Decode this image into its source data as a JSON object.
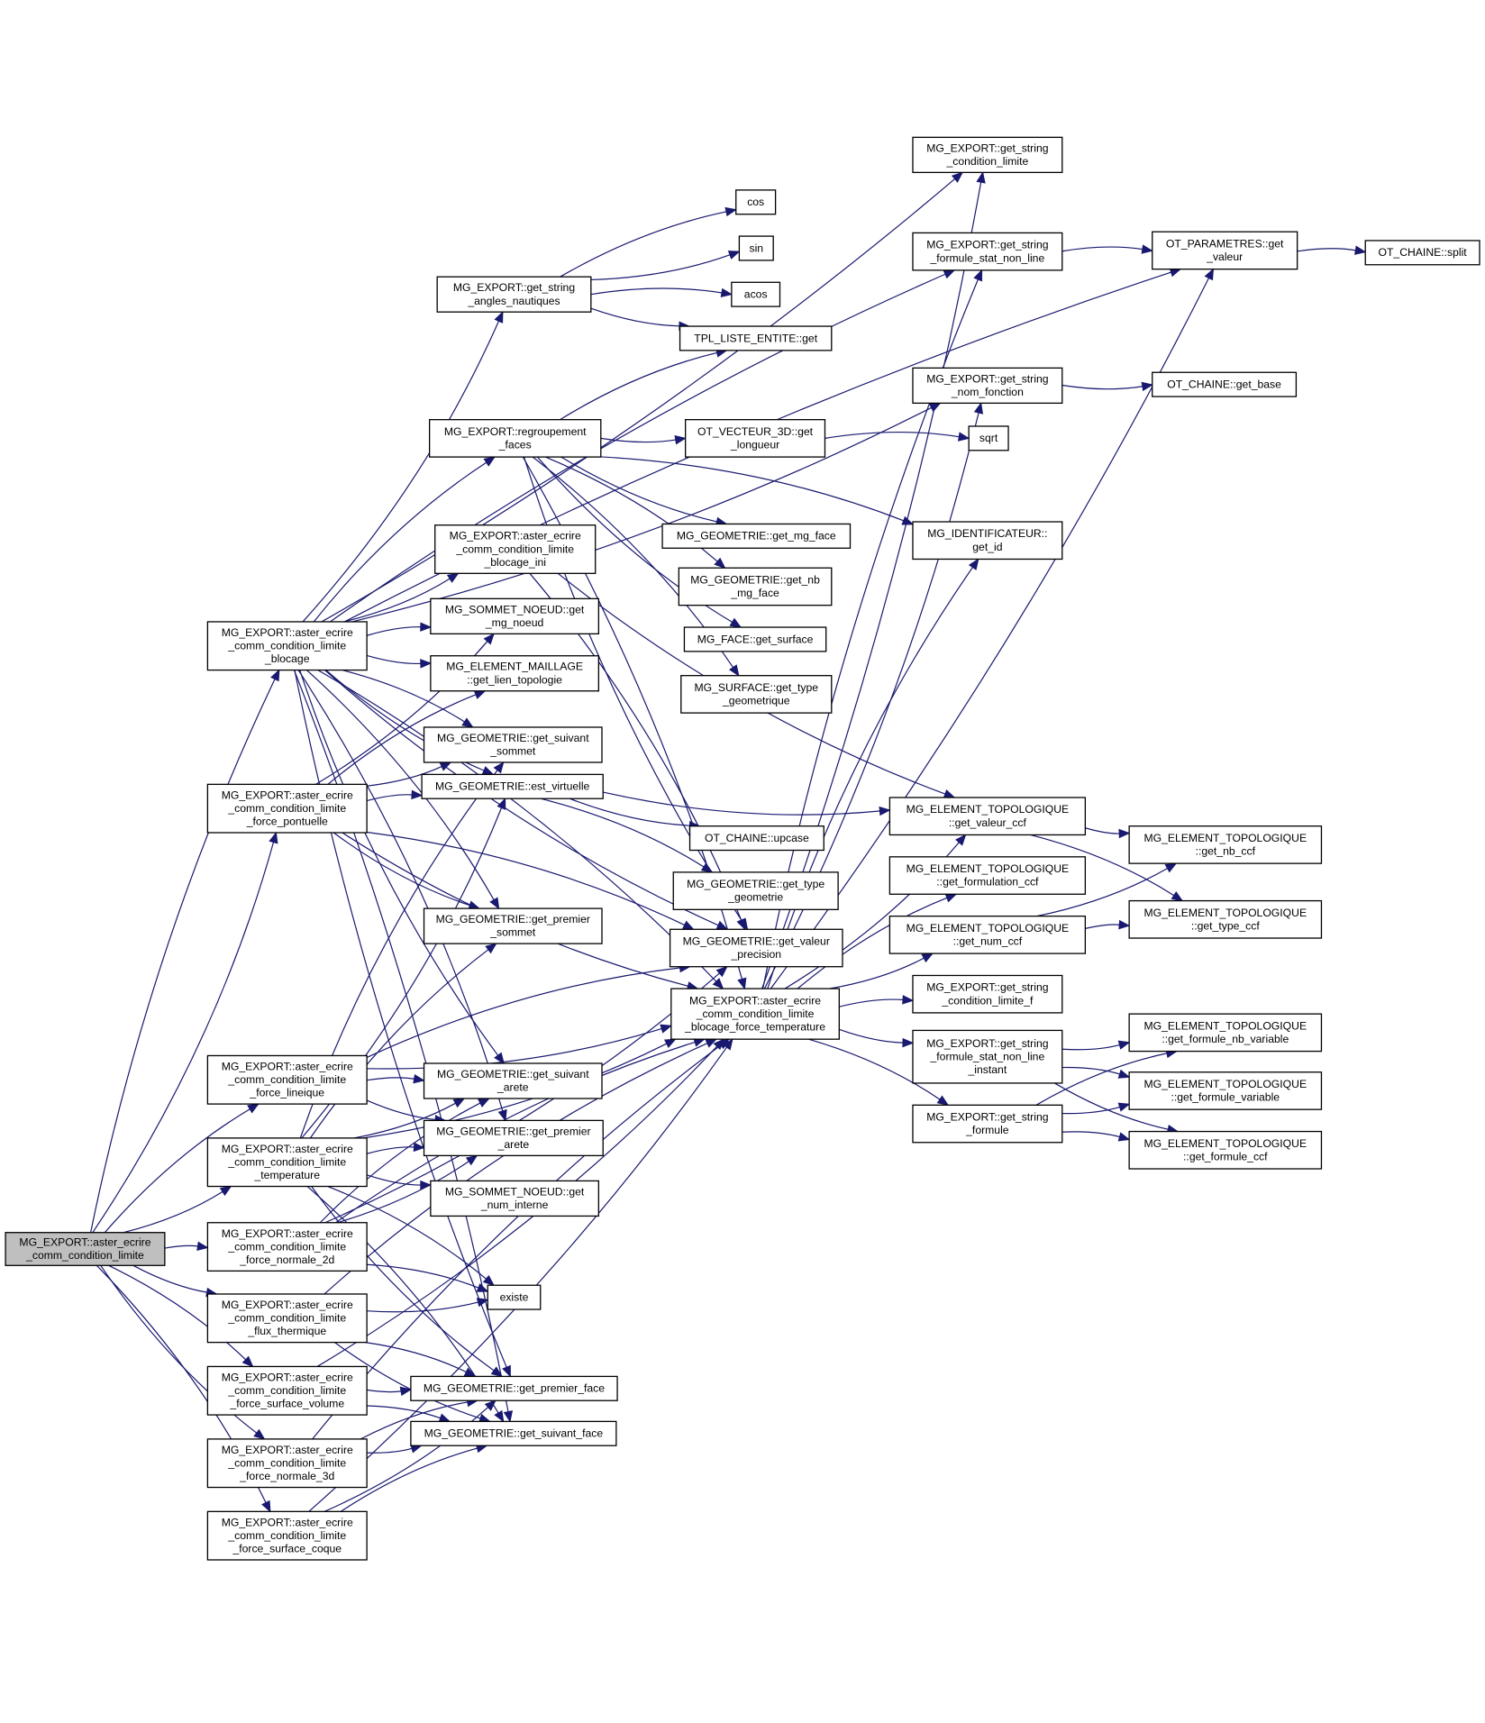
{
  "diagram": {
    "type": "call-graph",
    "root_node": "n_root",
    "colors": {
      "edge": "#191970",
      "root_fill": "#bfbfbf",
      "node_fill": "#ffffff",
      "border": "#000000"
    },
    "nodes": [
      {
        "id": "n_root",
        "lines": [
          "MG_EXPORT::aster_ecrire",
          "_comm_condition_limite"
        ],
        "root": true
      },
      {
        "id": "n_blocage",
        "lines": [
          "MG_EXPORT::aster_ecrire",
          "_comm_condition_limite",
          "_blocage"
        ]
      },
      {
        "id": "n_pontuelle",
        "lines": [
          "MG_EXPORT::aster_ecrire",
          "_comm_condition_limite",
          "_force_pontuelle"
        ]
      },
      {
        "id": "n_lineique",
        "lines": [
          "MG_EXPORT::aster_ecrire",
          "_comm_condition_limite",
          "_force_lineique"
        ]
      },
      {
        "id": "n_temperature",
        "lines": [
          "MG_EXPORT::aster_ecrire",
          "_comm_condition_limite",
          "_temperature"
        ]
      },
      {
        "id": "n_normale2d",
        "lines": [
          "MG_EXPORT::aster_ecrire",
          "_comm_condition_limite",
          "_force_normale_2d"
        ]
      },
      {
        "id": "n_flux",
        "lines": [
          "MG_EXPORT::aster_ecrire",
          "_comm_condition_limite",
          "_flux_thermique"
        ]
      },
      {
        "id": "n_surfvol",
        "lines": [
          "MG_EXPORT::aster_ecrire",
          "_comm_condition_limite",
          "_force_surface_volume"
        ]
      },
      {
        "id": "n_normale3d",
        "lines": [
          "MG_EXPORT::aster_ecrire",
          "_comm_condition_limite",
          "_force_normale_3d"
        ]
      },
      {
        "id": "n_coque",
        "lines": [
          "MG_EXPORT::aster_ecrire",
          "_comm_condition_limite",
          "_force_surface_coque"
        ]
      },
      {
        "id": "n_angles",
        "lines": [
          "MG_EXPORT::get_string",
          "_angles_nautiques"
        ]
      },
      {
        "id": "n_regroup",
        "lines": [
          "MG_EXPORT::regroupement",
          "_faces"
        ]
      },
      {
        "id": "n_blocini",
        "lines": [
          "MG_EXPORT::aster_ecrire",
          "_comm_condition_limite",
          "_blocage_ini"
        ]
      },
      {
        "id": "n_mgnoeud",
        "lines": [
          "MG_SOMMET_NOEUD::get",
          "_mg_noeud"
        ]
      },
      {
        "id": "n_lientopo",
        "lines": [
          "MG_ELEMENT_MAILLAGE",
          "::get_lien_topologie"
        ]
      },
      {
        "id": "n_suivsommet",
        "lines": [
          "MG_GEOMETRIE::get_suivant",
          "_sommet"
        ]
      },
      {
        "id": "n_virtuelle",
        "lines": [
          "MG_GEOMETRIE::est_virtuelle"
        ]
      },
      {
        "id": "n_premsommet",
        "lines": [
          "MG_GEOMETRIE::get_premier",
          "_sommet"
        ]
      },
      {
        "id": "n_suivarete",
        "lines": [
          "MG_GEOMETRIE::get_suivant",
          "_arete"
        ]
      },
      {
        "id": "n_premarete",
        "lines": [
          "MG_GEOMETRIE::get_premier",
          "_arete"
        ]
      },
      {
        "id": "n_numinterne",
        "lines": [
          "MG_SOMMET_NOEUD::get",
          "_num_interne"
        ]
      },
      {
        "id": "n_existe",
        "lines": [
          "existe"
        ]
      },
      {
        "id": "n_premface",
        "lines": [
          "MG_GEOMETRIE::get_premier_face"
        ]
      },
      {
        "id": "n_suivface",
        "lines": [
          "MG_GEOMETRIE::get_suivant_face"
        ]
      },
      {
        "id": "n_cos",
        "lines": [
          "cos"
        ]
      },
      {
        "id": "n_sin",
        "lines": [
          "sin"
        ]
      },
      {
        "id": "n_acos",
        "lines": [
          "acos"
        ]
      },
      {
        "id": "n_tplget",
        "lines": [
          "TPL_LISTE_ENTITE::get"
        ]
      },
      {
        "id": "n_longueur",
        "lines": [
          "OT_VECTEUR_3D::get",
          "_longueur"
        ]
      },
      {
        "id": "n_mgface",
        "lines": [
          "MG_GEOMETRIE::get_mg_face"
        ]
      },
      {
        "id": "n_nbmgface",
        "lines": [
          "MG_GEOMETRIE::get_nb",
          "_mg_face"
        ]
      },
      {
        "id": "n_getsurface",
        "lines": [
          "MG_FACE::get_surface"
        ]
      },
      {
        "id": "n_typegeomq",
        "lines": [
          "MG_SURFACE::get_type",
          "_geometrique"
        ]
      },
      {
        "id": "n_upcase",
        "lines": [
          "OT_CHAINE::upcase"
        ]
      },
      {
        "id": "n_typegeom",
        "lines": [
          "MG_GEOMETRIE::get_type",
          "_geometrie"
        ]
      },
      {
        "id": "n_precision",
        "lines": [
          "MG_GEOMETRIE::get_valeur",
          "_precision"
        ]
      },
      {
        "id": "n_bft",
        "lines": [
          "MG_EXPORT::aster_ecrire",
          "_comm_condition_limite",
          "_blocage_force_temperature"
        ]
      },
      {
        "id": "n_strcond",
        "lines": [
          "MG_EXPORT::get_string",
          "_condition_limite"
        ]
      },
      {
        "id": "n_strformnl",
        "lines": [
          "MG_EXPORT::get_string",
          "_formule_stat_non_line"
        ]
      },
      {
        "id": "n_strnomf",
        "lines": [
          "MG_EXPORT::get_string",
          "_nom_fonction"
        ]
      },
      {
        "id": "n_sqrt",
        "lines": [
          "sqrt"
        ]
      },
      {
        "id": "n_getid",
        "lines": [
          "MG_IDENTIFICATEUR::",
          "get_id"
        ]
      },
      {
        "id": "n_valccf",
        "lines": [
          "MG_ELEMENT_TOPOLOGIQUE",
          "::get_valeur_ccf"
        ]
      },
      {
        "id": "n_formulationccf",
        "lines": [
          "MG_ELEMENT_TOPOLOGIQUE",
          "::get_formulation_ccf"
        ]
      },
      {
        "id": "n_numccf",
        "lines": [
          "MG_ELEMENT_TOPOLOGIQUE",
          "::get_num_ccf"
        ]
      },
      {
        "id": "n_strcondf",
        "lines": [
          "MG_EXPORT::get_string",
          "_condition_limite_f"
        ]
      },
      {
        "id": "n_strformnli",
        "lines": [
          "MG_EXPORT::get_string",
          "_formule_stat_non_line",
          "_instant"
        ]
      },
      {
        "id": "n_strformule",
        "lines": [
          "MG_EXPORT::get_string",
          "_formule"
        ]
      },
      {
        "id": "n_getvaleur",
        "lines": [
          "OT_PARAMETRES::get",
          "_valeur"
        ]
      },
      {
        "id": "n_split",
        "lines": [
          "OT_CHAINE::split"
        ]
      },
      {
        "id": "n_getbase",
        "lines": [
          "OT_CHAINE::get_base"
        ]
      },
      {
        "id": "n_nbccf",
        "lines": [
          "MG_ELEMENT_TOPOLOGIQUE",
          "::get_nb_ccf"
        ]
      },
      {
        "id": "n_typeccf",
        "lines": [
          "MG_ELEMENT_TOPOLOGIQUE",
          "::get_type_ccf"
        ]
      },
      {
        "id": "n_formnbvar",
        "lines": [
          "MG_ELEMENT_TOPOLOGIQUE",
          "::get_formule_nb_variable"
        ]
      },
      {
        "id": "n_formvar",
        "lines": [
          "MG_ELEMENT_TOPOLOGIQUE",
          "::get_formule_variable"
        ]
      },
      {
        "id": "n_formccf",
        "lines": [
          "MG_ELEMENT_TOPOLOGIQUE",
          "::get_formule_ccf"
        ]
      }
    ],
    "edges": [
      [
        "n_root",
        "n_blocage"
      ],
      [
        "n_root",
        "n_pontuelle"
      ],
      [
        "n_root",
        "n_lineique"
      ],
      [
        "n_root",
        "n_temperature"
      ],
      [
        "n_root",
        "n_normale2d"
      ],
      [
        "n_root",
        "n_flux"
      ],
      [
        "n_root",
        "n_surfvol"
      ],
      [
        "n_root",
        "n_normale3d"
      ],
      [
        "n_root",
        "n_coque"
      ],
      [
        "n_blocage",
        "n_angles"
      ],
      [
        "n_blocage",
        "n_regroup"
      ],
      [
        "n_blocage",
        "n_blocini"
      ],
      [
        "n_blocage",
        "n_mgnoeud"
      ],
      [
        "n_blocage",
        "n_lientopo"
      ],
      [
        "n_blocage",
        "n_suivsommet"
      ],
      [
        "n_blocage",
        "n_virtuelle"
      ],
      [
        "n_blocage",
        "n_premsommet"
      ],
      [
        "n_blocage",
        "n_suivarete"
      ],
      [
        "n_blocage",
        "n_premarete"
      ],
      [
        "n_blocage",
        "n_premface"
      ],
      [
        "n_blocage",
        "n_suivface"
      ],
      [
        "n_blocage",
        "n_precision"
      ],
      [
        "n_blocage",
        "n_bft"
      ],
      [
        "n_blocage",
        "n_strcond"
      ],
      [
        "n_blocage",
        "n_strformnl"
      ],
      [
        "n_blocage",
        "n_strnomf"
      ],
      [
        "n_blocage",
        "n_getvaleur"
      ],
      [
        "n_pontuelle",
        "n_mgnoeud"
      ],
      [
        "n_pontuelle",
        "n_lientopo"
      ],
      [
        "n_pontuelle",
        "n_suivsommet"
      ],
      [
        "n_pontuelle",
        "n_virtuelle"
      ],
      [
        "n_pontuelle",
        "n_premsommet"
      ],
      [
        "n_pontuelle",
        "n_precision"
      ],
      [
        "n_pontuelle",
        "n_bft"
      ],
      [
        "n_lineique",
        "n_suivarete"
      ],
      [
        "n_lineique",
        "n_premarete"
      ],
      [
        "n_lineique",
        "n_precision"
      ],
      [
        "n_lineique",
        "n_bft"
      ],
      [
        "n_temperature",
        "n_suivsommet"
      ],
      [
        "n_temperature",
        "n_virtuelle"
      ],
      [
        "n_temperature",
        "n_premsommet"
      ],
      [
        "n_temperature",
        "n_suivarete"
      ],
      [
        "n_temperature",
        "n_premarete"
      ],
      [
        "n_temperature",
        "n_numinterne"
      ],
      [
        "n_temperature",
        "n_existe"
      ],
      [
        "n_temperature",
        "n_premface"
      ],
      [
        "n_temperature",
        "n_suivface"
      ],
      [
        "n_temperature",
        "n_bft"
      ],
      [
        "n_normale2d",
        "n_suivarete"
      ],
      [
        "n_normale2d",
        "n_premarete"
      ],
      [
        "n_normale2d",
        "n_existe"
      ],
      [
        "n_normale2d",
        "n_precision"
      ],
      [
        "n_normale2d",
        "n_bft"
      ],
      [
        "n_flux",
        "n_existe"
      ],
      [
        "n_flux",
        "n_premface"
      ],
      [
        "n_flux",
        "n_suivface"
      ],
      [
        "n_flux",
        "n_bft"
      ],
      [
        "n_surfvol",
        "n_premface"
      ],
      [
        "n_surfvol",
        "n_suivface"
      ],
      [
        "n_surfvol",
        "n_bft"
      ],
      [
        "n_normale3d",
        "n_premface"
      ],
      [
        "n_normale3d",
        "n_suivface"
      ],
      [
        "n_normale3d",
        "n_bft"
      ],
      [
        "n_coque",
        "n_premface"
      ],
      [
        "n_coque",
        "n_suivface"
      ],
      [
        "n_coque",
        "n_bft"
      ],
      [
        "n_angles",
        "n_cos"
      ],
      [
        "n_angles",
        "n_sin"
      ],
      [
        "n_angles",
        "n_acos"
      ],
      [
        "n_angles",
        "n_tplget"
      ],
      [
        "n_regroup",
        "n_tplget"
      ],
      [
        "n_regroup",
        "n_longueur"
      ],
      [
        "n_regroup",
        "n_getid"
      ],
      [
        "n_regroup",
        "n_mgface"
      ],
      [
        "n_regroup",
        "n_nbmgface"
      ],
      [
        "n_regroup",
        "n_getsurface"
      ],
      [
        "n_regroup",
        "n_typegeomq"
      ],
      [
        "n_regroup",
        "n_precision"
      ],
      [
        "n_regroup",
        "n_bft"
      ],
      [
        "n_blocini",
        "n_valccf"
      ],
      [
        "n_blocini",
        "n_precision"
      ],
      [
        "n_virtuelle",
        "n_upcase"
      ],
      [
        "n_virtuelle",
        "n_typegeom"
      ],
      [
        "n_virtuelle",
        "n_valccf"
      ],
      [
        "n_longueur",
        "n_sqrt"
      ],
      [
        "n_bft",
        "n_strcond"
      ],
      [
        "n_bft",
        "n_strformnl"
      ],
      [
        "n_bft",
        "n_strnomf"
      ],
      [
        "n_bft",
        "n_getid"
      ],
      [
        "n_bft",
        "n_valccf"
      ],
      [
        "n_bft",
        "n_formulationccf"
      ],
      [
        "n_bft",
        "n_numccf"
      ],
      [
        "n_bft",
        "n_strcondf"
      ],
      [
        "n_bft",
        "n_strformnli"
      ],
      [
        "n_bft",
        "n_strformule"
      ],
      [
        "n_bft",
        "n_getvaleur"
      ],
      [
        "n_strformnl",
        "n_getvaleur"
      ],
      [
        "n_strnomf",
        "n_getbase"
      ],
      [
        "n_getvaleur",
        "n_split"
      ],
      [
        "n_valccf",
        "n_nbccf"
      ],
      [
        "n_valccf",
        "n_typeccf"
      ],
      [
        "n_numccf",
        "n_nbccf"
      ],
      [
        "n_numccf",
        "n_typeccf"
      ],
      [
        "n_strformnli",
        "n_formnbvar"
      ],
      [
        "n_strformnli",
        "n_formvar"
      ],
      [
        "n_strformnli",
        "n_formccf"
      ],
      [
        "n_strformule",
        "n_formnbvar"
      ],
      [
        "n_strformule",
        "n_formvar"
      ],
      [
        "n_strformule",
        "n_formccf"
      ]
    ]
  }
}
